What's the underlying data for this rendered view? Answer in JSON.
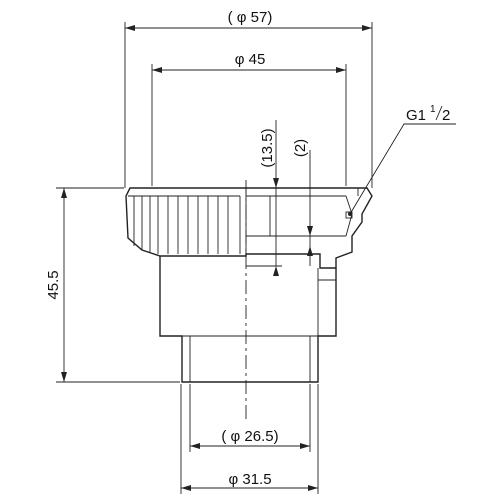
{
  "diagram": {
    "dimensions": {
      "outer_diameter": "( φ 57)",
      "top_diameter": "φ 45",
      "thread_depth": "(13.5)",
      "thread_lip": "(2)",
      "thread_spec_main": "G1",
      "thread_spec_num": "1",
      "thread_spec_den": "2",
      "height": "45.5",
      "bottom_inner_diameter": "( φ 26.5)",
      "bottom_outer_diameter": "φ 31.5"
    }
  }
}
